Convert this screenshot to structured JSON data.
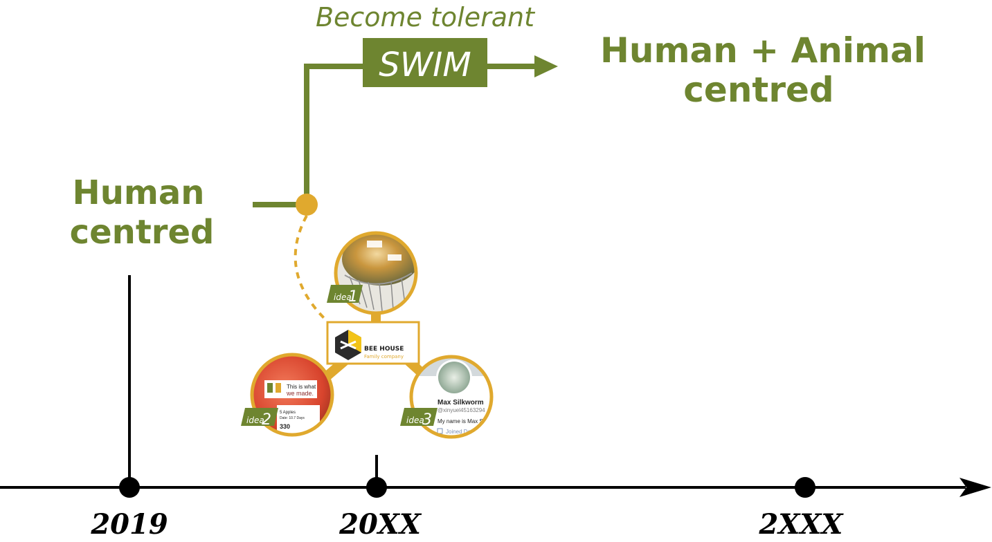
{
  "labels": {
    "become_tolerant": "Become tolerant",
    "swim": "SWIM",
    "human_centred_line1": "Human",
    "human_centred_line2": "centred",
    "human_animal_line1": "Human + Animal",
    "human_animal_line2": "centred"
  },
  "timeline": {
    "years": [
      "2019",
      "20XX",
      "2XXX"
    ]
  },
  "ideas": [
    {
      "prefix": "idea",
      "number": "1"
    },
    {
      "prefix": "idea",
      "number": "2"
    },
    {
      "prefix": "idea",
      "number": "3"
    }
  ],
  "bee_house": {
    "title": "BEE HOUSE",
    "subtitle": "Family company"
  },
  "idea2_card": {
    "headline1": "This is what",
    "headline2": "we made.",
    "line1": "5 Apples",
    "line2": "Date: 10.7 Days",
    "value": "330"
  },
  "idea3_profile": {
    "name": "Max Silkworm",
    "handle": "@xinyuel45163294",
    "bio": "My name is Max Sil",
    "joined": "Joined De"
  },
  "colors": {
    "olive": "#6e8530",
    "gold": "#e0a92e",
    "black": "#000000"
  }
}
